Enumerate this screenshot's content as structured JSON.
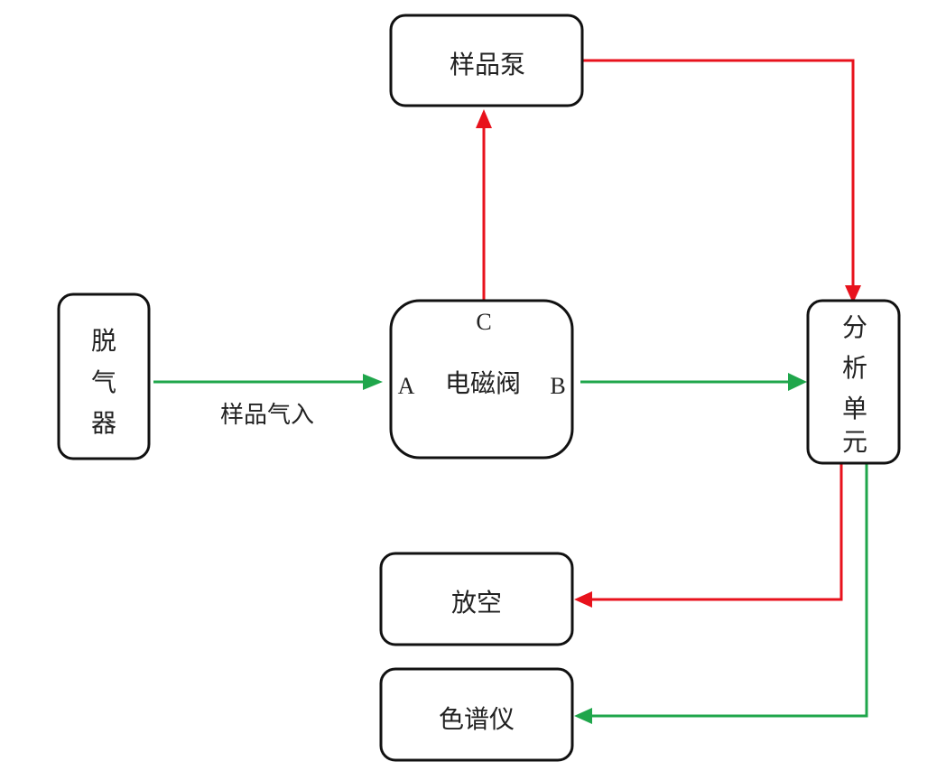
{
  "diagram": {
    "colors": {
      "red": "#e8121c",
      "green": "#1fa64b",
      "box_stroke": "#111111",
      "text": "#222222"
    },
    "nodes": {
      "degasser": {
        "label": "脱气器",
        "chars": [
          "脱",
          "气",
          "器"
        ]
      },
      "valve": {
        "label": "电磁阀",
        "port_a": "A",
        "port_b": "B",
        "port_c": "C"
      },
      "pump": {
        "label": "样品泵"
      },
      "analyzer": {
        "label": "分析单元",
        "chars": [
          "分",
          "析",
          "单",
          "元"
        ]
      },
      "vent": {
        "label": "放空"
      },
      "chromatograph": {
        "label": "色谱仪"
      }
    },
    "edges": [
      {
        "from": "degasser",
        "to": "valve.A",
        "color": "green",
        "label": "样品气入"
      },
      {
        "from": "valve.C",
        "to": "pump",
        "color": "red",
        "label": ""
      },
      {
        "from": "pump",
        "to": "analyzer",
        "color": "red",
        "label": ""
      },
      {
        "from": "valve.B",
        "to": "analyzer",
        "color": "green",
        "label": ""
      },
      {
        "from": "analyzer",
        "to": "vent",
        "color": "red",
        "label": ""
      },
      {
        "from": "analyzer",
        "to": "chromatograph",
        "color": "green",
        "label": ""
      }
    ],
    "edge_label_sample_in": "样品气入"
  }
}
